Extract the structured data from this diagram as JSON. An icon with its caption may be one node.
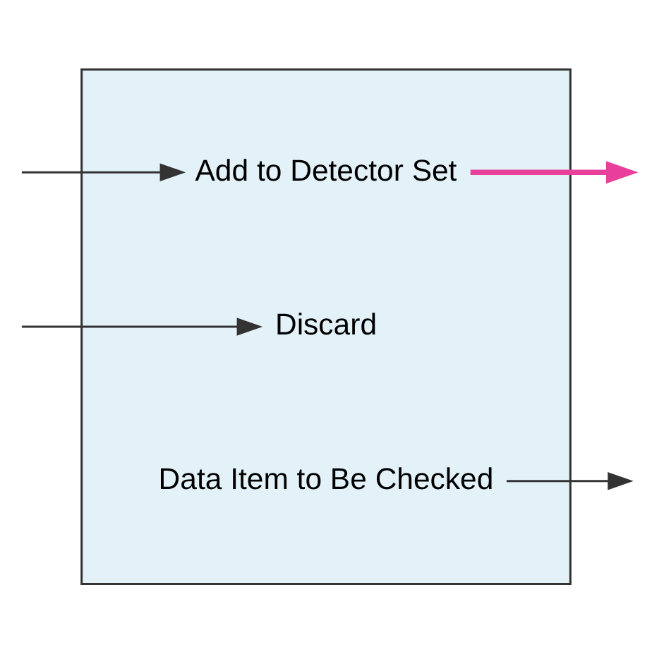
{
  "diagram": {
    "nodes": [
      {
        "text": [],
        "shape": "box"
      },
      {
        "text": [
          "Add to Detector Set"
        ],
        "in": 0
      },
      {
        "text": [
          "Discard"
        ],
        "in": 0
      },
      {
        "text": [
          "Data Item to Be Checked"
        ],
        "in": 0
      }
    ],
    "edges": [
      {
        "from": null,
        "to": 1,
        "arrow": "to"
      },
      {
        "from": null,
        "to": 2,
        "arrow": "to"
      },
      {
        "from": 1,
        "to": null,
        "arrow": "to",
        "style": "thick",
        "color": "#e8409a"
      },
      {
        "from": 3,
        "to": null,
        "arrow": "to"
      }
    ]
  }
}
